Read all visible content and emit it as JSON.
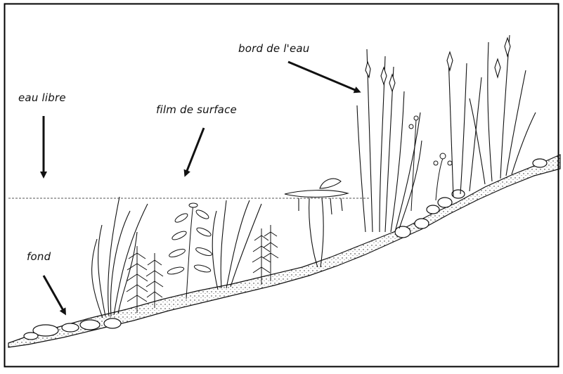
{
  "labels": {
    "open_water": "eau libre",
    "surface_film": "film de surface",
    "water_edge": "bord de l'eau",
    "bottom": "fond"
  },
  "colors": {
    "ink": "#111111",
    "background": "#ffffff",
    "frame": "#000000"
  }
}
